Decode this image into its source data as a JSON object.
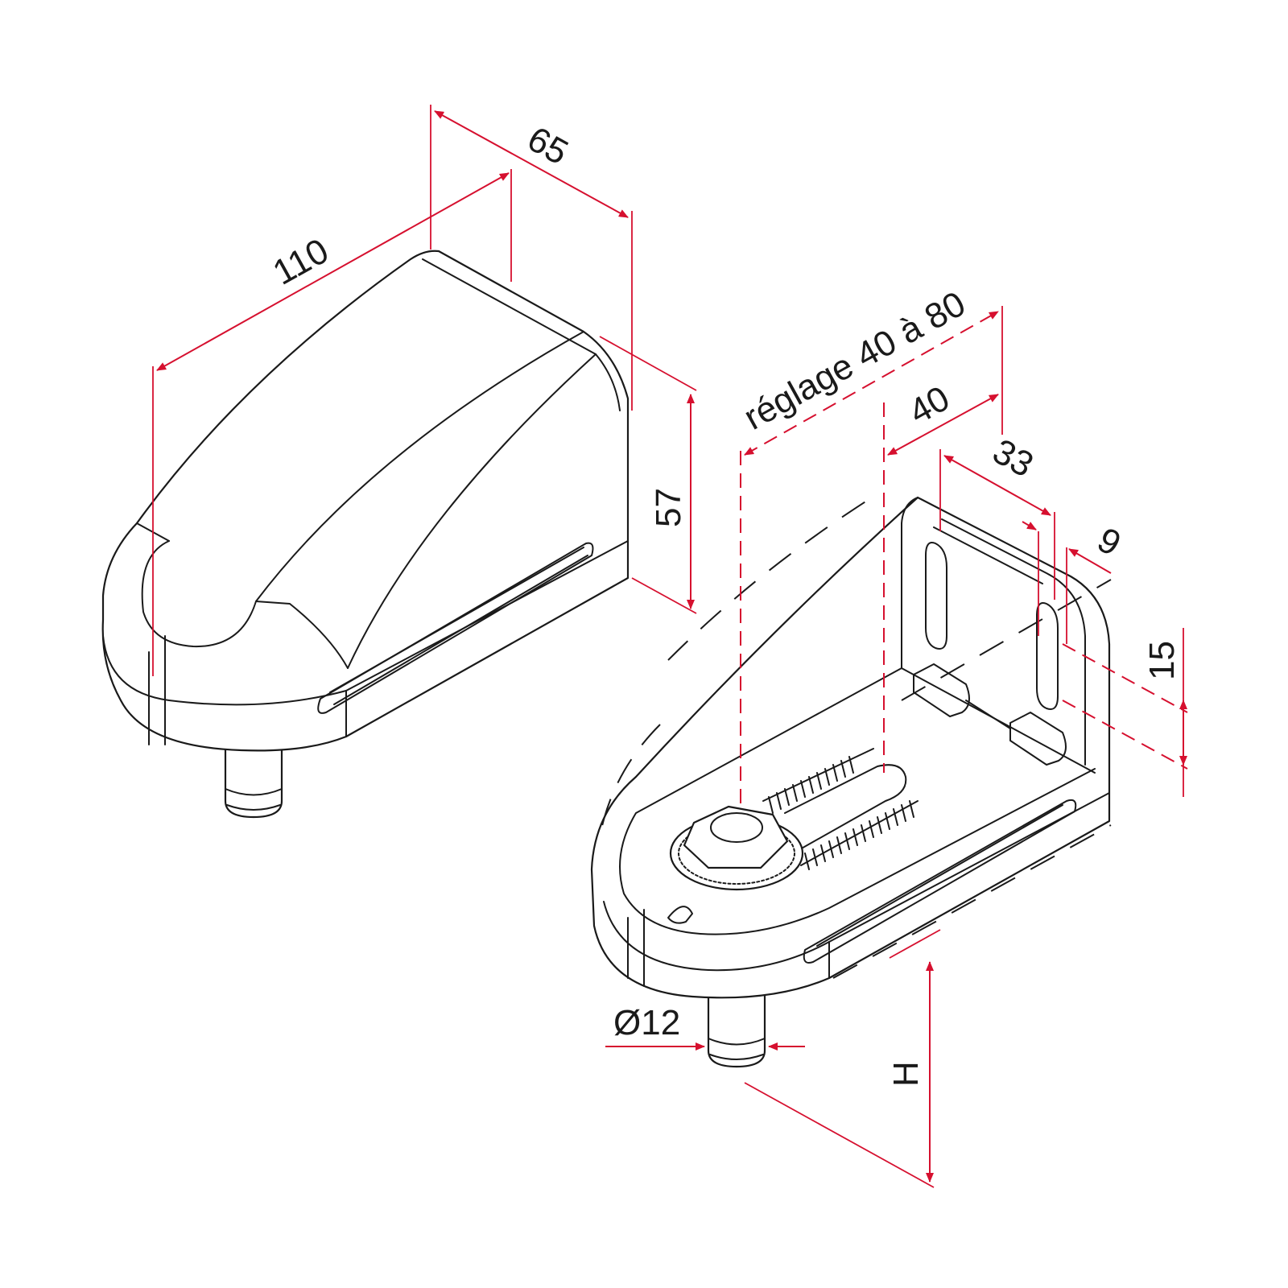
{
  "dimension_color": "#d6102f",
  "line_color": "#1a1a1a",
  "dimensions": {
    "d110": "110",
    "d65": "65",
    "d57": "57",
    "reglage": "réglage 40 à 80",
    "d40": "40",
    "d33": "33",
    "d9": "9",
    "d15": "15",
    "d12": "Ø12",
    "h": "H"
  }
}
